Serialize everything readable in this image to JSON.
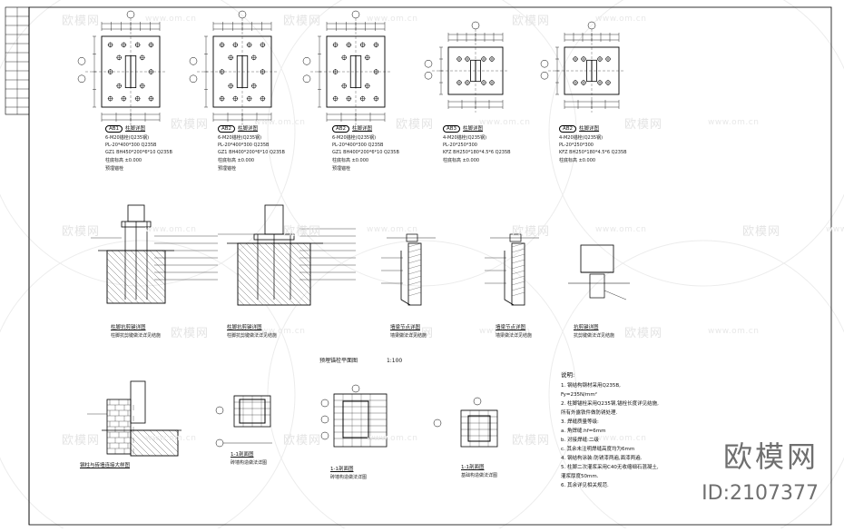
{
  "watermarks": {
    "brand_cn": "欧模网",
    "url": "www.om.cn"
  },
  "brand": {
    "name": "欧模网",
    "id": "ID:2107377"
  },
  "base_details": [
    {
      "tag": "AB1",
      "title": "柱脚详图",
      "lines": [
        "6-M20锚栓(Q235钢)",
        "PL-20*400*300  Q235B",
        "GZ1 BH450*200*6*10  Q235B",
        "柱底标高 ±0.000",
        "预埋锚栓"
      ]
    },
    {
      "tag": "AB2",
      "title": "柱脚详图",
      "lines": [
        "6-M20锚栓(Q235钢)",
        "PL-20*400*300  Q235B",
        "GZ1 BH400*200*6*10  Q235B",
        "柱底标高 ±0.000",
        "预埋锚栓"
      ]
    },
    {
      "tag": "AB2",
      "title": "柱脚详图",
      "lines": [
        "6-M20锚栓(Q235钢)",
        "PL-20*400*300  Q235B",
        "GZ1 BH400*200*6*10  Q235B",
        "柱底标高 ±0.000",
        "预埋锚栓"
      ]
    },
    {
      "tag": "AB3",
      "title": "柱脚详图",
      "lines": [
        "4-M20锚栓(Q235钢)",
        "PL-20*250*300",
        "KFZ BH250*180*4.5*6  Q235B",
        "柱底标高 ±0.000"
      ]
    },
    {
      "tag": "AB2",
      "title": "柱脚详图",
      "lines": [
        "4-M20锚栓(Q235钢)",
        "PL-20*250*300",
        "KFZ BH250*180*4.5*6  Q235B",
        "柱底标高 ±0.000"
      ]
    }
  ],
  "section_details": [
    {
      "title": "柱脚抗剪键详图",
      "sub": "柱脚抗剪键做法详见结施"
    },
    {
      "title": "柱脚抗剪键详图",
      "sub": "柱脚抗剪键做法详见结施"
    },
    {
      "title": "墙梁节点详图",
      "sub": "墙梁做法详见结施"
    },
    {
      "title": "墙梁节点详图",
      "sub": "墙梁做法详见结施"
    },
    {
      "title": "抗剪键详图",
      "sub": "抗剪键做法详见结施"
    }
  ],
  "plan_title": "预埋锚栓平面图",
  "plan_scale": "1:100",
  "bottom_details": [
    {
      "title": "钢柱与砖墙连接大样图",
      "sub": ""
    },
    {
      "title": "1-1剖面图",
      "sub": "砖墙构造做法详图"
    },
    {
      "title": "1-1剖面图",
      "sub": "砖墙构造做法详图"
    },
    {
      "title": "1-1剖面图",
      "sub": "基础构造做法详图"
    }
  ],
  "notes": {
    "heading": "说明:",
    "lines": [
      "1. 钢结构钢材采用Q235B,",
      "   Fy=235N/mm²",
      "2. 柱脚锚栓采用Q235钢,锚栓长度详见结施,",
      "   所有外露铁件做防锈处理.",
      "3. 焊缝质量等级:",
      "   a. 角焊缝:hf=6mm",
      "   b. 对接焊缝:二级",
      "   c. 其余未注明焊缝高度均为6mm",
      "4. 钢结构涂装:防锈漆两遍,面漆两遍.",
      "5. 柱脚二次灌浆采用C40无收缩细石混凝土,",
      "   灌浆厚度50mm.",
      "6. 其余详见相关规范."
    ]
  },
  "title_block": {
    "rows": 12
  }
}
